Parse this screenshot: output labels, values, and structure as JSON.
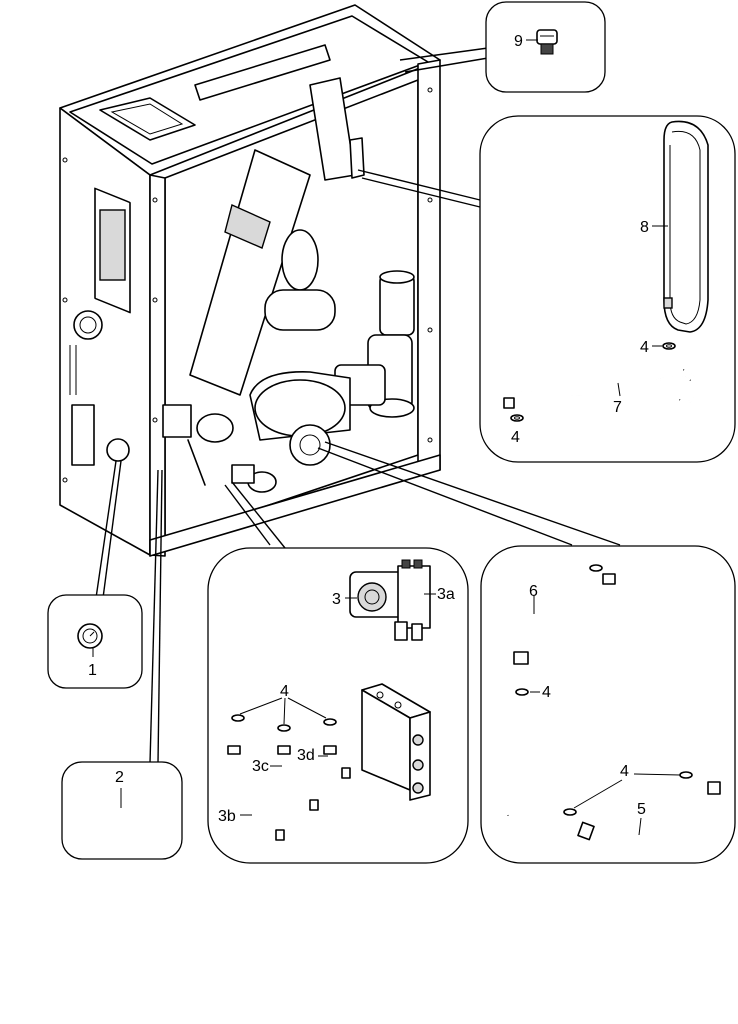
{
  "labels": {
    "l1": "1",
    "l2": "2",
    "l3": "3",
    "l3a": "3a",
    "l3b": "3b",
    "l3c": "3c",
    "l3d": "3d",
    "l4_exp": "4",
    "l4_hose": "4",
    "l4_group3": "4",
    "l4_box6": "4",
    "l4_box5": "4",
    "l5": "5",
    "l6": "6",
    "l7": "7",
    "l8": "8",
    "l9": "9"
  }
}
